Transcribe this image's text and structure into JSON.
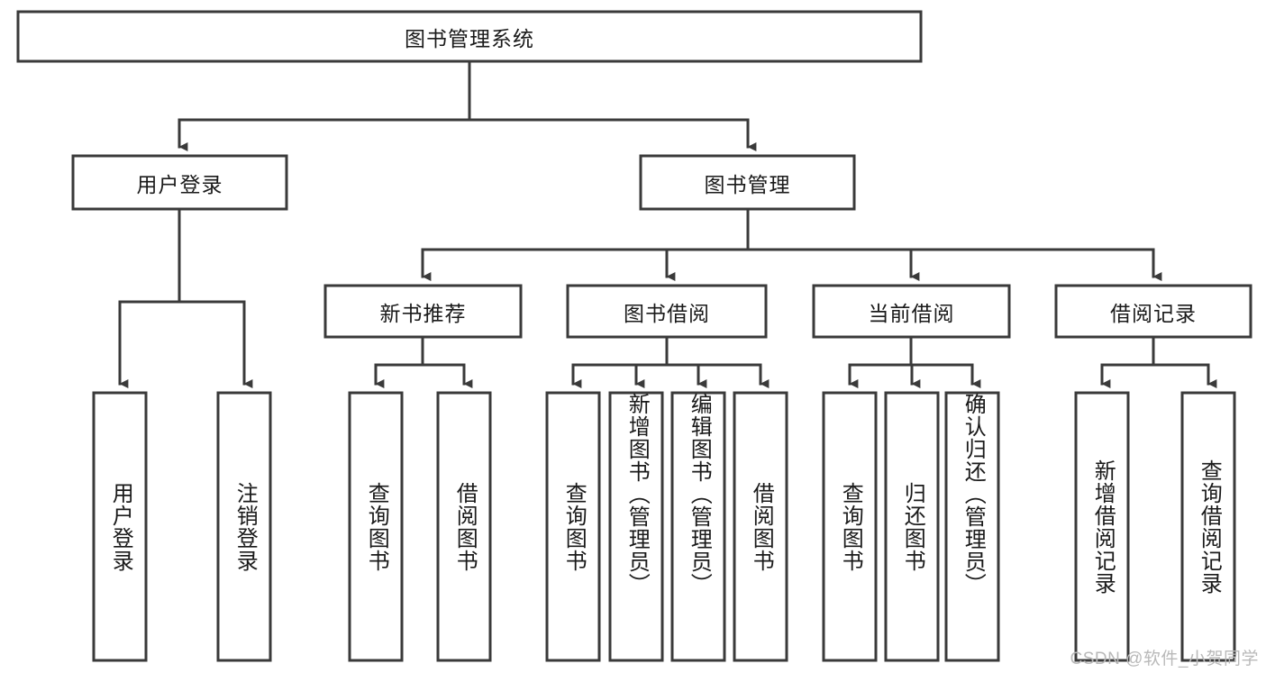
{
  "diagram": {
    "type": "tree-hierarchy",
    "title": "图书管理系统",
    "colors": {
      "stroke": "#3a3a3a",
      "fill": "#ffffff",
      "text": "#1a1a1a",
      "watermark": "#b9b9b9"
    },
    "root": {
      "label": "图书管理系统"
    },
    "level2": [
      {
        "label": "用户登录"
      },
      {
        "label": "图书管理"
      }
    ],
    "level3": [
      {
        "label": "新书推荐"
      },
      {
        "label": "图书借阅"
      },
      {
        "label": "当前借阅"
      },
      {
        "label": "借阅记录"
      }
    ],
    "leaves": {
      "user_login": [
        {
          "label": "用户登录"
        },
        {
          "label": "注销登录"
        }
      ],
      "new_book_recommend": [
        {
          "label": "查询图书"
        },
        {
          "label": "借阅图书"
        }
      ],
      "book_borrow": [
        {
          "label": "查询图书"
        },
        {
          "label": "新增图书（管理员）"
        },
        {
          "label": "编辑图书（管理员）"
        },
        {
          "label": "借阅图书"
        }
      ],
      "current_borrow": [
        {
          "label": "查询图书"
        },
        {
          "label": "归还图书"
        },
        {
          "label": "确认归还（管理员）"
        }
      ],
      "borrow_record": [
        {
          "label": "新增借阅记录"
        },
        {
          "label": "查询借阅记录"
        }
      ]
    },
    "watermark": "CSDN @软件_小贺同学"
  }
}
